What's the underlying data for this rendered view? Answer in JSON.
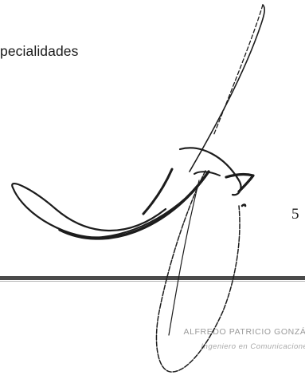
{
  "document": {
    "text_fragment": "pecialidades",
    "page_number": "5"
  },
  "stamp": {
    "line1": "ALFREDO PATRICIO GONZÁLEZ",
    "line2": "Ingeniero en Comunicaciones"
  },
  "signature": {
    "ink_color": "#1c1c1c"
  }
}
